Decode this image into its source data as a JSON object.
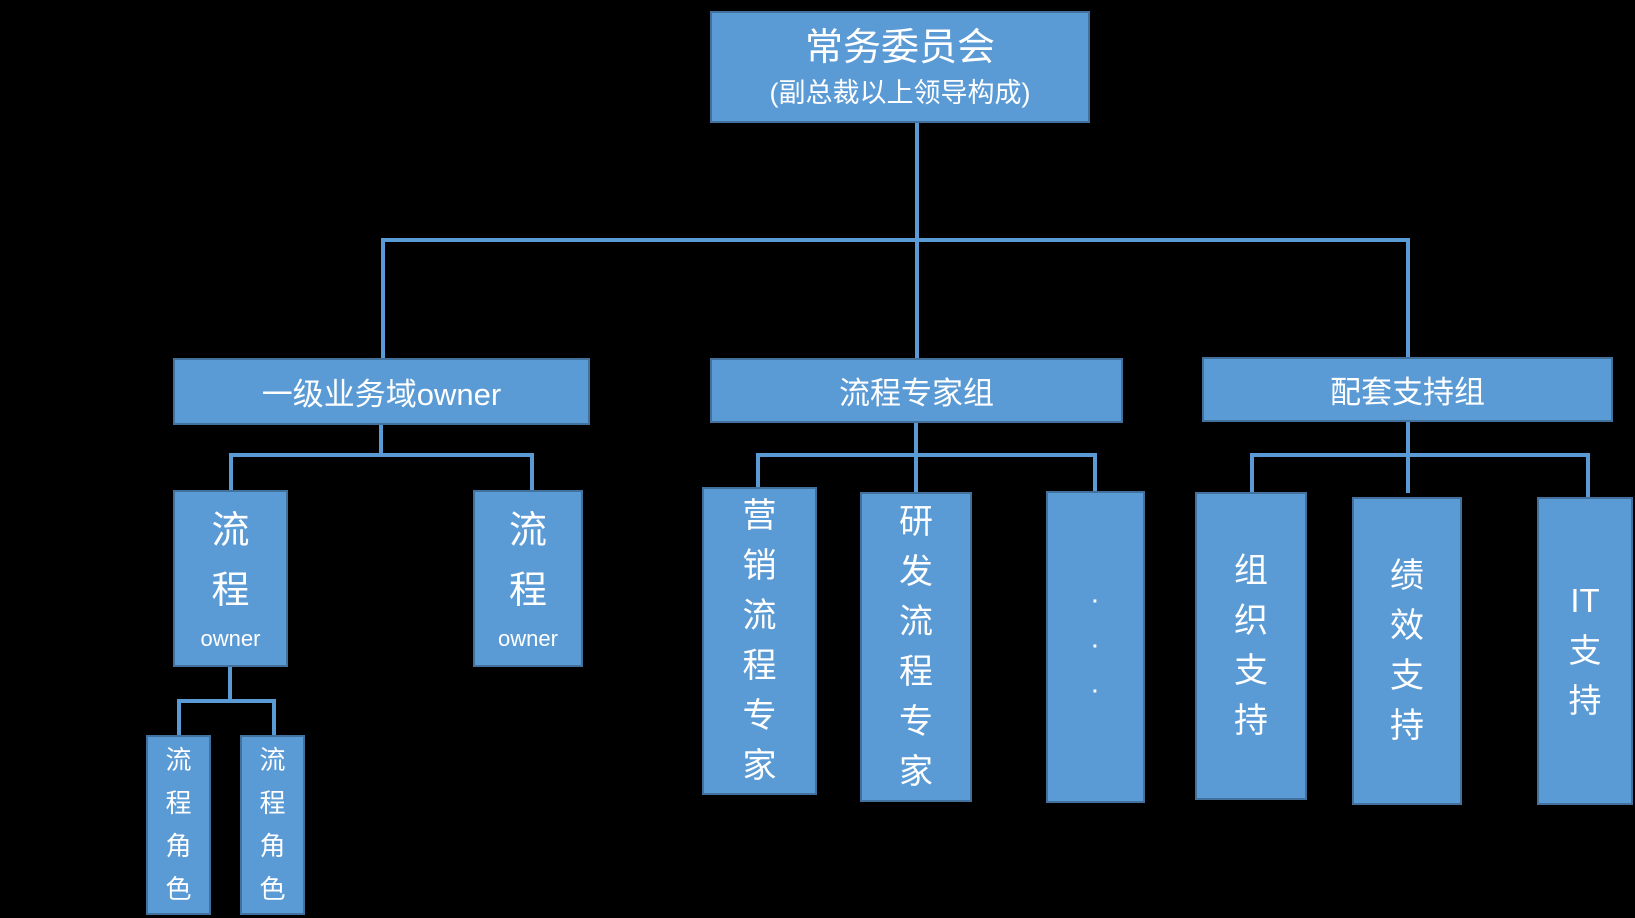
{
  "colors": {
    "background": "#000000",
    "box_fill": "#5B9BD5",
    "box_border": "#41719C",
    "connector": "#5B9BD5",
    "text": "#FFFFFF"
  },
  "nodes": {
    "root": {
      "title": "常务委员会",
      "subtitle": "(副总裁以上领导构成)"
    },
    "domain_owner": {
      "label": "一级业务域owner"
    },
    "expert_group": {
      "label": "流程专家组"
    },
    "support_group": {
      "label": "配套支持组"
    },
    "process_owner_1": {
      "lines": [
        "流",
        "程",
        "owner"
      ]
    },
    "process_owner_2": {
      "lines": [
        "流",
        "程",
        "owner"
      ]
    },
    "process_role_1": {
      "lines": [
        "流",
        "程",
        "角",
        "色"
      ]
    },
    "process_role_2": {
      "lines": [
        "流",
        "程",
        "角",
        "色"
      ]
    },
    "marketing_expert": {
      "lines": [
        "营",
        "销",
        "流",
        "程",
        "专",
        "家"
      ]
    },
    "rd_expert": {
      "lines": [
        "研",
        "发",
        "流",
        "程",
        "专",
        "家"
      ]
    },
    "more_experts": {
      "lines": [
        "·",
        "·",
        "·"
      ]
    },
    "org_support": {
      "lines": [
        "组",
        "织",
        "支",
        "持"
      ]
    },
    "perf_support": {
      "lines": [
        "绩",
        "效",
        "支",
        "持"
      ]
    },
    "it_support": {
      "lines": [
        "IT",
        "支",
        "持"
      ]
    }
  }
}
